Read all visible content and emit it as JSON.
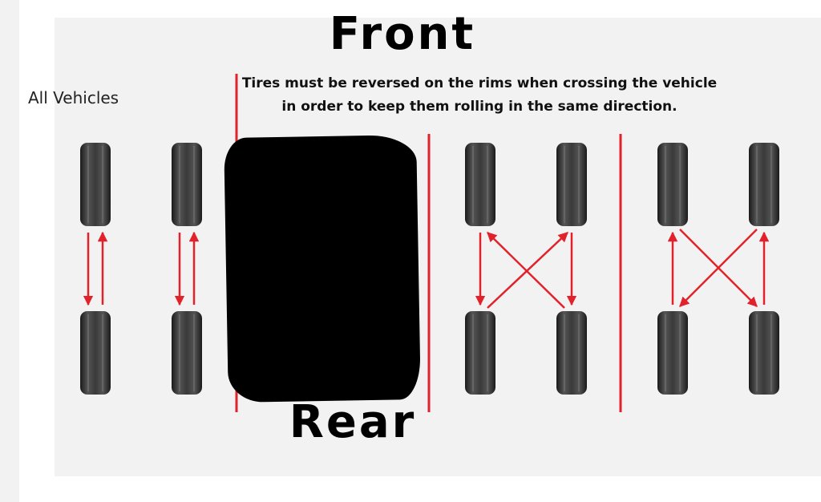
{
  "diagram": {
    "title_top": "Front",
    "title_bottom": "Rear",
    "note_line1": "Tires must be reversed on the rims when crossing the vehicle",
    "note_line2": "in order to keep them rolling in the same direction.",
    "all_vehicles_label": "All Vehicles",
    "accent_color": "#e2222a",
    "tire_color": "#333333"
  }
}
